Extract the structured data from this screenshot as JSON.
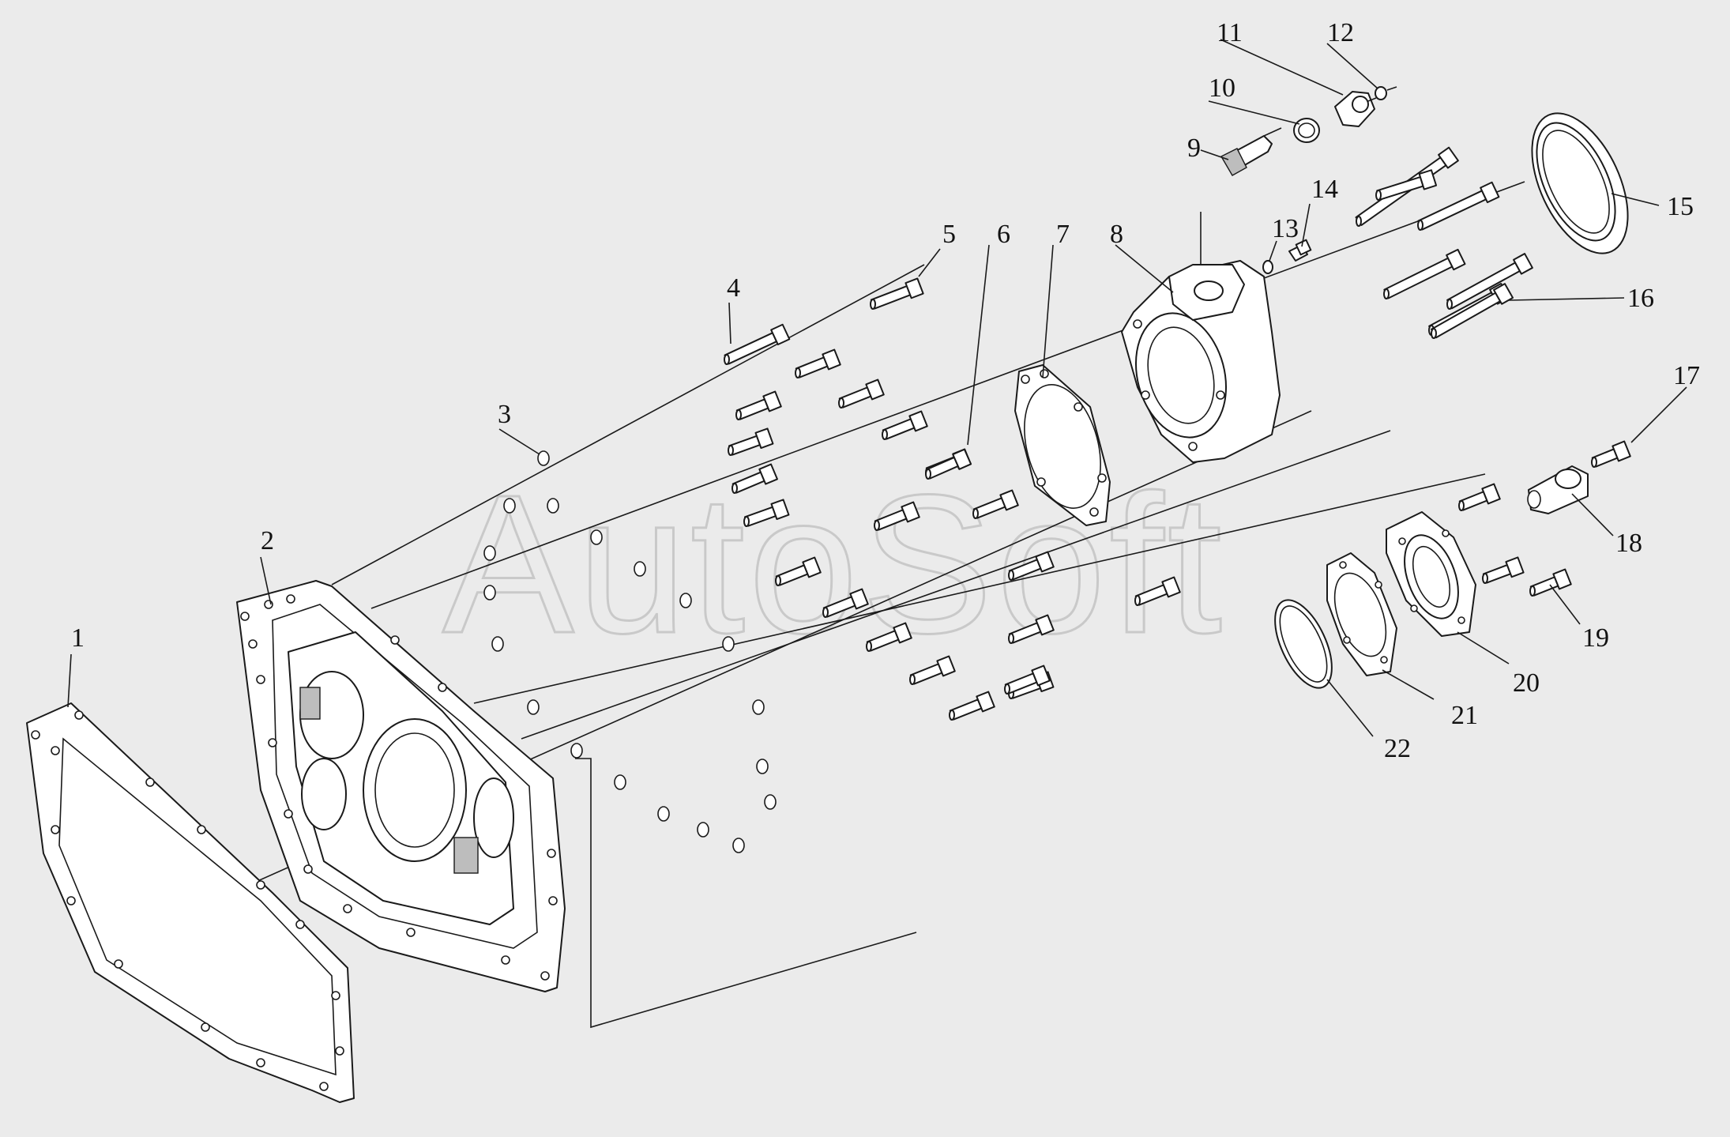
{
  "watermark": "AutoSoft",
  "callouts": [
    "1",
    "2",
    "3",
    "4",
    "5",
    "6",
    "7",
    "8",
    "9",
    "10",
    "11",
    "12",
    "13",
    "14",
    "15",
    "16",
    "17",
    "18",
    "19",
    "20",
    "21",
    "22"
  ],
  "colors": {
    "background": "#ebebeb",
    "line": "#1a1a1a",
    "watermark": "#c9c9c9"
  }
}
